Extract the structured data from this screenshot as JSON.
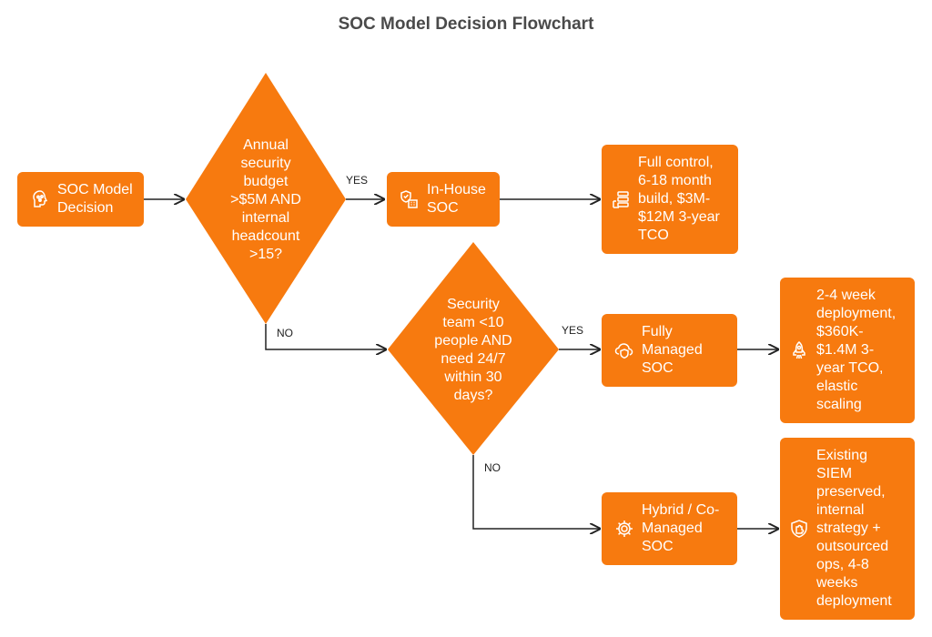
{
  "title": "SOC Model Decision Flowchart",
  "colors": {
    "node_fill": "#f77a0f",
    "text": "#ffffff",
    "line": "#222222",
    "title": "#4a4a4a"
  },
  "nodes": {
    "start": {
      "text": "SOC Model\nDecision",
      "icon": "brain-network-icon"
    },
    "q1": {
      "text": "Annual\nsecurity\nbudget\n>$5M AND\ninternal\nheadcount\n>15?"
    },
    "inhouse": {
      "text": "In-House\nSOC",
      "icon": "shield-building-icon"
    },
    "inhouse_detail": {
      "text": "Full control,\n6-18 month\nbuild, $3M-\n$12M 3-year\nTCO",
      "icon": "server-stack-icon"
    },
    "q2": {
      "text": "Security\nteam <10\npeople AND\nneed 24/7\nwithin 30\ndays?"
    },
    "managed": {
      "text": "Fully\nManaged\nSOC",
      "icon": "cloud-shield-icon"
    },
    "managed_detail": {
      "text": "2-4 week\ndeployment,\n$360K-\n$1.4M 3-\nyear TCO,\nelastic\nscaling",
      "icon": "rocket-icon"
    },
    "hybrid": {
      "text": "Hybrid / Co-\nManaged\nSOC",
      "icon": "gear-icon"
    },
    "hybrid_detail": {
      "text": "Existing\nSIEM\npreserved,\ninternal\nstrategy +\noutsourced\nops, 4-8\nweeks\ndeployment",
      "icon": "puzzle-shield-icon"
    }
  },
  "edges": {
    "q1_yes": "YES",
    "q1_no": "NO",
    "q2_yes": "YES",
    "q2_no": "NO"
  }
}
